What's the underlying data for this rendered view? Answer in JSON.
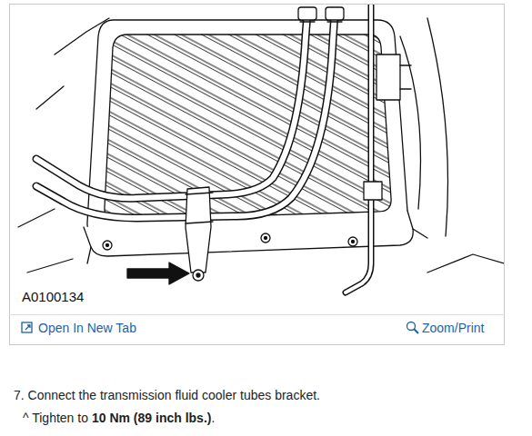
{
  "diagram": {
    "labels": [
      "A0100134",
      "Open In New Tab",
      "Zoom/Print",
      "7. Connect the transmission fluid cooler tubes bracket.",
      "^ Tighten to",
      "10 Nm (89 inch lbs.)",
      "."
    ]
  }
}
